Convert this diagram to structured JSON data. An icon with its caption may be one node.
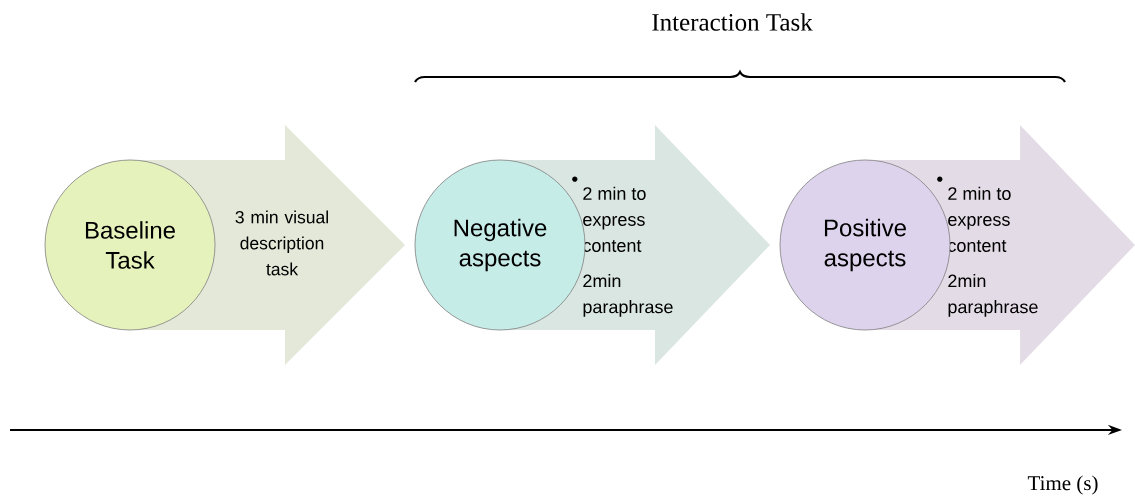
{
  "diagram": {
    "nodes": [
      {
        "text": [
          "Baseline Task"
        ]
      },
      {
        "text": [
          "3 min visual description task"
        ]
      },
      {
        "text": [
          "Negative aspects"
        ]
      },
      {
        "text": [
          "2 min to express content",
          "2min paraphrase"
        ]
      },
      {
        "text": [
          "Positive aspects"
        ]
      },
      {
        "text": [
          "2 min to express content",
          "2min paraphrase"
        ]
      }
    ],
    "labels": [
      "Interaction Task",
      "Time (s)"
    ]
  }
}
